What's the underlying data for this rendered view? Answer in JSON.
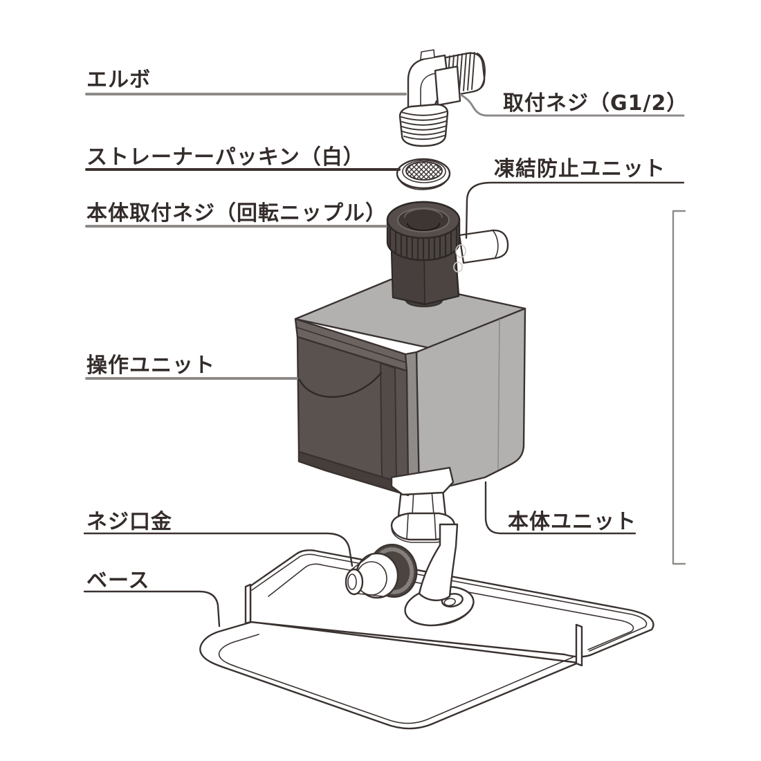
{
  "labels": [
    {
      "id": "elbow",
      "text": "エルボ"
    },
    {
      "id": "mounting-screw-g12",
      "text": "取付ネジ（G1/2）"
    },
    {
      "id": "strainer-packing-white",
      "text": "ストレーナーパッキン（白）"
    },
    {
      "id": "freeze-prevention-unit",
      "text": "凍結防止ユニット"
    },
    {
      "id": "body-mounting-screw-rotating-nipple",
      "text": "本体取付ネジ（回転ニップル）"
    },
    {
      "id": "operation-unit",
      "text": "操作ユニット"
    },
    {
      "id": "hose-screw-fitting",
      "text": "ネジ口金"
    },
    {
      "id": "main-body-unit",
      "text": "本体ユニット"
    },
    {
      "id": "base",
      "text": "ベース"
    }
  ],
  "colors": {
    "background": "#ffffff",
    "outline": "#3a3230",
    "leader_gray": "#8d8a88",
    "leader_dark": "#3a3230",
    "text": "#332c2a",
    "body_light_gray": "#b2b1b0",
    "body_corner_gray": "#8f8b89",
    "body_dark_gray": "#5a524f",
    "body_bevel_gray": "#6b6360",
    "body_bottom_dark": "#453e3b",
    "dark_part": "#4b4441",
    "dark_part_top": "#564e4b"
  }
}
